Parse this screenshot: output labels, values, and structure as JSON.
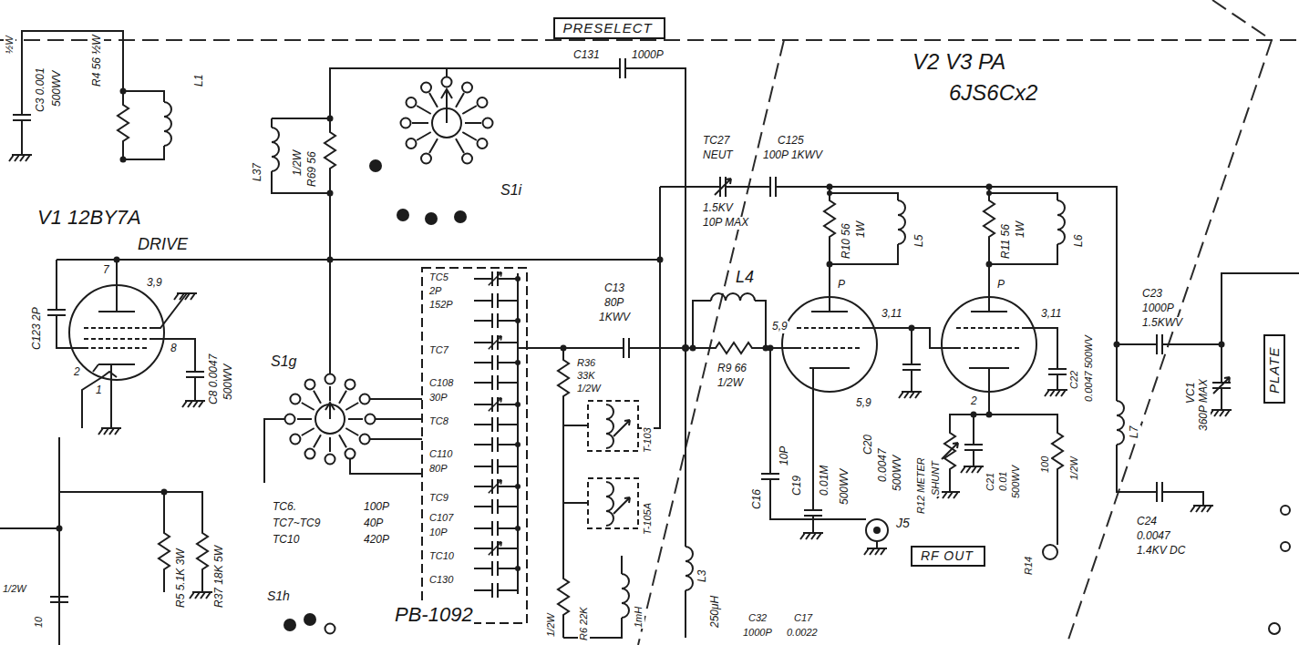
{
  "diagram": {
    "nodes": [
      {
        "text": [
          "PRESELECT"
        ]
      },
      {
        "text": [
          "PLATE"
        ]
      },
      {
        "text": [
          "RF OUT"
        ]
      }
    ],
    "labels": [
      "½W",
      "C3 0.001",
      "500WV",
      "R4 56 ½W",
      "L1",
      "V1 12BY7A",
      "DRIVE",
      "C123 2P",
      "7",
      "3,9",
      "8",
      "2",
      "1",
      "C8 0.0047",
      "500WV",
      "L37",
      "1/2W",
      "R69 56",
      "C131",
      "1000P",
      "S1i",
      "S1g",
      "TC5",
      "2P",
      "152P",
      "TC7",
      "C108",
      "30P",
      "TC8",
      "C110",
      "80P",
      "TC9",
      "C107",
      "10P",
      "TC10",
      "C130",
      "TC6.",
      "TC7~TC9",
      "TC10",
      "100P",
      "40P",
      "420P",
      "R5 5.1K 3W",
      "R37 18K 5W",
      "S1h",
      "PB-1092",
      "C13",
      "80P",
      "1KWV",
      "R36",
      "33K",
      "1/2W",
      "T-103",
      "T-105A",
      "1/2W",
      "R6 22K",
      "1mH",
      "L3",
      "250μH",
      "TC27",
      "NEUT",
      "1.5KV",
      "10P MAX",
      "C125",
      "100P 1KWV",
      "V2 V3 PA",
      "6JS6Cx2",
      "R10 56",
      "1W",
      "L5",
      "R11 56",
      "1W",
      "L6",
      "L4",
      "R9 66",
      "1/2W",
      "5,9",
      "P",
      "P",
      "3,11",
      "3,11",
      "5,9",
      "2",
      "C16",
      "10P",
      "C19",
      "0.01M",
      "500WV",
      "C20",
      "0.0047",
      "500WV",
      "R12 METER",
      "SHUNT",
      "C21",
      "0.01",
      "500WV",
      "100",
      "1/2W",
      "R14",
      "C22",
      "0.0047 500WV",
      "L7",
      "C23",
      "1000P",
      "1.5KWV",
      "VC1",
      "360P MAX",
      "C24",
      "0.0047",
      "1.4KV DC",
      "J5",
      "C32",
      "1000P",
      "C17",
      "0.0022",
      "1/2W",
      "10"
    ]
  }
}
